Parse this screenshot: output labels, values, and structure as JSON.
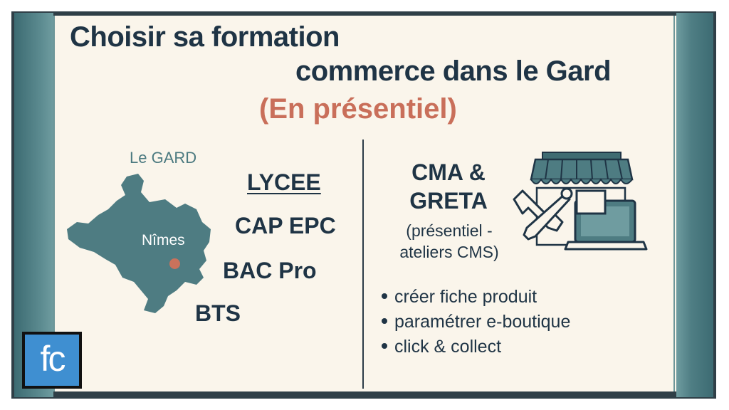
{
  "header": {
    "title_line1": "Choisir sa formation",
    "title_line2": "commerce dans le Gard",
    "subtitle": "(En présentiel)"
  },
  "map": {
    "region_label": "Le GARD",
    "city_label": "Nîmes",
    "region_color": "#4e7c82",
    "city_marker_color": "#c9725c"
  },
  "lycee_path": {
    "heading": "LYCEE",
    "items": [
      "CAP EPC",
      "BAC Pro",
      "BTS"
    ]
  },
  "cma_greta": {
    "heading_line1": "CMA &",
    "heading_line2": "GRETA",
    "note_line1": "(présentiel -",
    "note_line2": "ateliers CMS)",
    "bullets": [
      "créer fiche produit",
      "paramétrer e-boutique",
      "click & collect"
    ]
  },
  "logo": {
    "text": "fc",
    "color": "#3f8fd1"
  },
  "colors": {
    "title": "#1f3445",
    "subtitle": "#c96f5a",
    "background": "#faf5eb",
    "accent_band": "#4f7e84"
  },
  "icons": [
    "shop-awning-icon",
    "wrench-screwdriver-icon",
    "laptop-icon"
  ]
}
